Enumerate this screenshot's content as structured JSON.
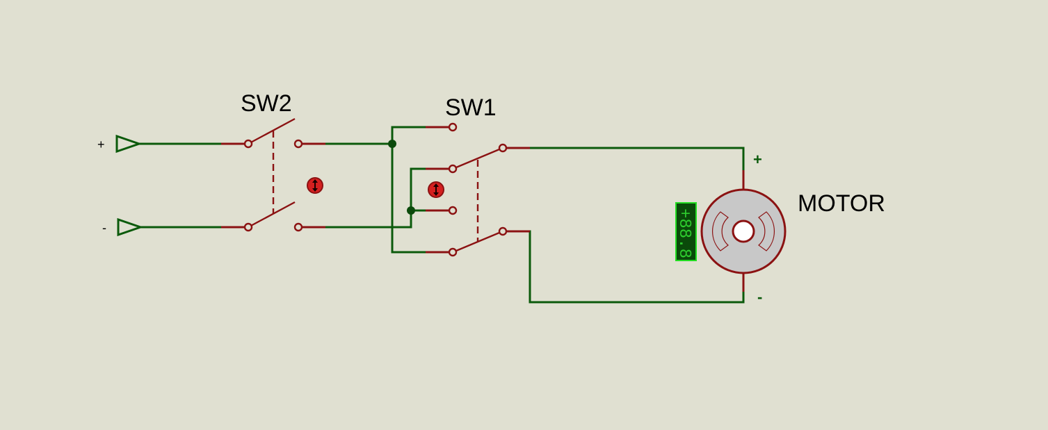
{
  "terminals": {
    "positive_label": "+",
    "negative_label": "-"
  },
  "switches": {
    "sw2_label": "SW2",
    "sw1_label": "SW1"
  },
  "motor": {
    "label": "MOTOR",
    "plus_label": "+",
    "minus_label": "-",
    "display_value": "+88.8"
  },
  "colors": {
    "background": "#e0e0d1",
    "wire": "#0b5a0b",
    "component": "#8b1212",
    "motor_body": "#c8c8c8",
    "display_bg": "#0a4a0a",
    "display_border": "#22dd22",
    "display_text": "#2ecc2e",
    "actuator_fill": "#d42020"
  },
  "icons": {
    "terminal": "triangle-terminal-icon",
    "actuator": "switch-actuator-icon"
  }
}
